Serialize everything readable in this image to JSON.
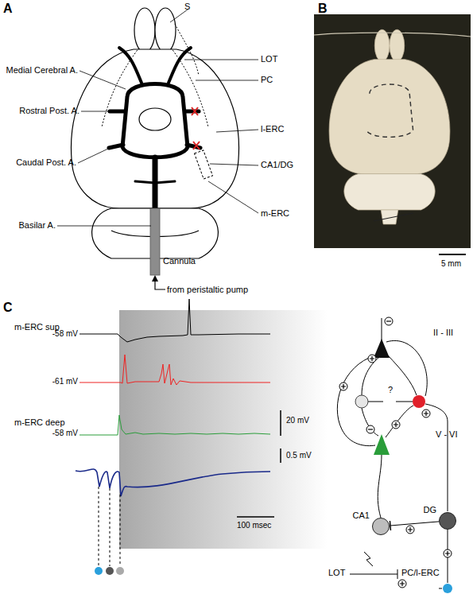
{
  "diagram": {
    "nodes": [
      {
        "text": [
          "CA1"
        ]
      },
      {
        "text": [
          "DG"
        ]
      }
    ],
    "edges": [
      {
        "from": 1,
        "to": 0,
        "arrow": "to"
      }
    ],
    "labels": [
      "A",
      "S",
      "Medial Cerebral A.",
      "LOT",
      "PC",
      "Rostral Post. A.",
      "l-ERC",
      "Caudal Post. A.",
      "CA1/DG",
      "Basilar A.",
      "m-ERC",
      "Cannula",
      "from peristaltic pump",
      "B",
      "5 mm",
      "C",
      "m-ERC sup",
      "-58 mV",
      "-61 mV",
      "m-ERC deep",
      "-58 mV",
      "20 mV",
      "0.5 mV",
      "100 msec",
      "II - III",
      "?",
      "V - VI",
      "LOT",
      "PC/l-ERC"
    ]
  }
}
